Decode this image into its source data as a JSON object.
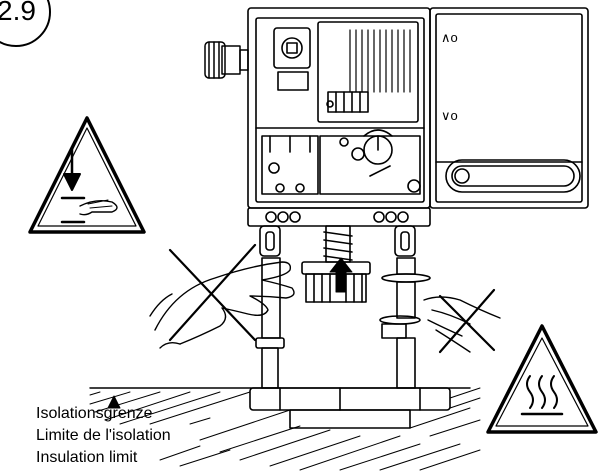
{
  "step_number": "2.9",
  "actuator": {
    "indicator_up_label": "∧o",
    "indicator_down_label": "∨o"
  },
  "insulation_limit": {
    "line_1": "Isolationsgrenze",
    "line_2": "Limite de l'isolation",
    "line_3": "Insulation limit"
  },
  "warnings": {
    "crush_hazard_icon": "hand-crush-warning-icon",
    "hot_surface_icon": "hot-surface-warning-icon"
  },
  "colors": {
    "line": "#000000",
    "background": "#ffffff"
  }
}
